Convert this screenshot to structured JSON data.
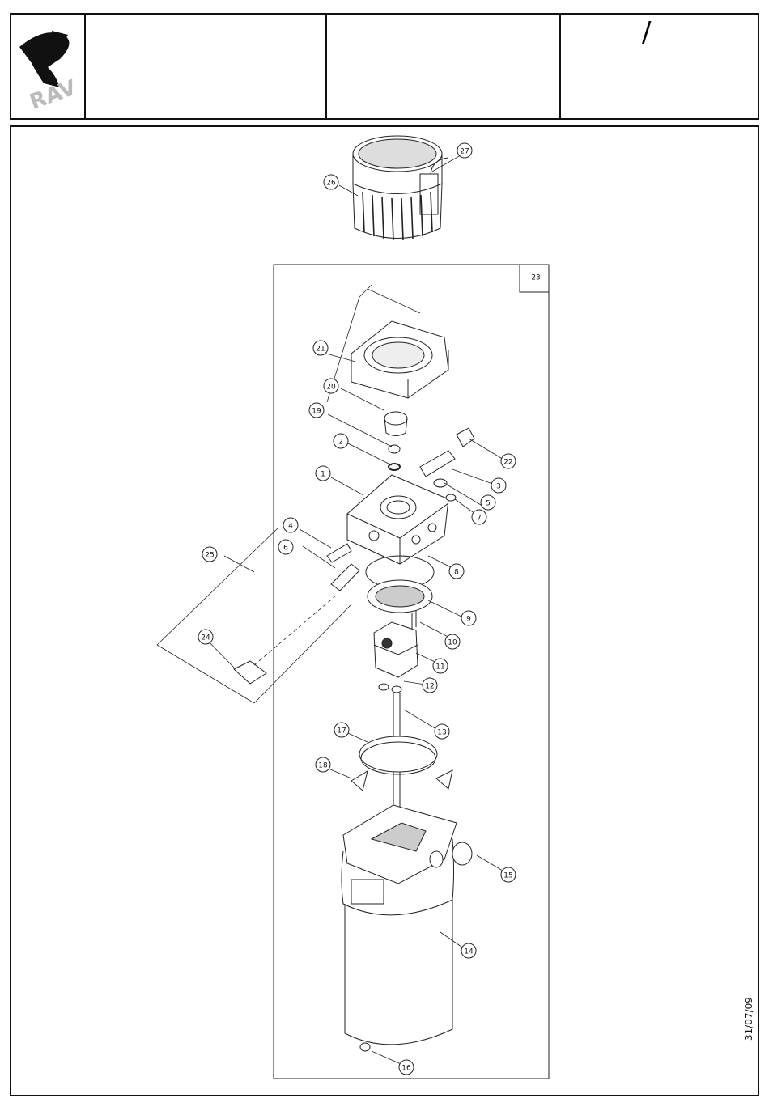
{
  "header": {
    "logo_text": "RAV",
    "revision_mark": "/"
  },
  "footer": {
    "date": "31/07/09"
  },
  "callouts": [
    "1",
    "2",
    "3",
    "4",
    "5",
    "6",
    "7",
    "8",
    "9",
    "10",
    "11",
    "12",
    "13",
    "14",
    "15",
    "16",
    "17",
    "18",
    "19",
    "20",
    "21",
    "22",
    "23",
    "24",
    "25",
    "26",
    "27"
  ]
}
